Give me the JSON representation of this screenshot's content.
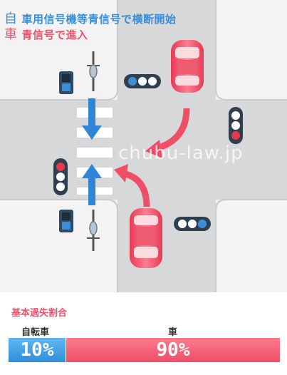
{
  "captions": {
    "bicycle_marker": "自",
    "bicycle_text": "車用信号機等青信号で横断開始",
    "car_marker": "車",
    "car_text": "青信号で進入"
  },
  "watermark": "chubu-law.jp",
  "ratio": {
    "title": "基本過失割合",
    "bicycle_label": "自転車",
    "bicycle_value": "10%",
    "car_label": "車",
    "car_value": "90%"
  },
  "colors": {
    "bicycle_accent": "#3b8ed8",
    "car_accent": "#e8546b",
    "road": "#d7d9da",
    "sidewalk": "#f2f2f2"
  }
}
